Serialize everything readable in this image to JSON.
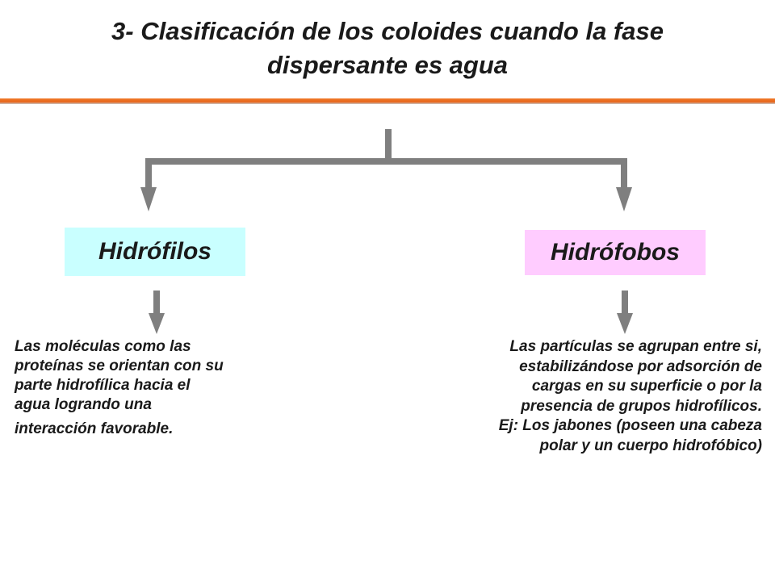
{
  "title": {
    "line1": "3- Clasificación de los coloides cuando la fase",
    "line2": "dispersante es agua"
  },
  "colors": {
    "title_rule": "#e8661a",
    "connector": "#7f7f7f",
    "hidrofilos_box": "#c9ffff",
    "hidrofobos_box": "#ffccff"
  },
  "nodes": {
    "hidrofilos": {
      "label": "Hidrófilos",
      "description_lines": [
        "Las moléculas como las",
        "proteínas se orientan con su",
        "parte hidrofílica hacia el",
        "agua logrando una",
        "interacción favorable."
      ]
    },
    "hidrofobos": {
      "label": "Hidrófobos",
      "description_lines": [
        "Las partículas se agrupan entre si,",
        "estabilizándose por adsorción de",
        "cargas en su superficie o por la",
        "presencia de grupos hidrofílicos.",
        "Ej: Los jabones (poseen una cabeza",
        "polar y un cuerpo hidrofóbico)"
      ]
    }
  }
}
